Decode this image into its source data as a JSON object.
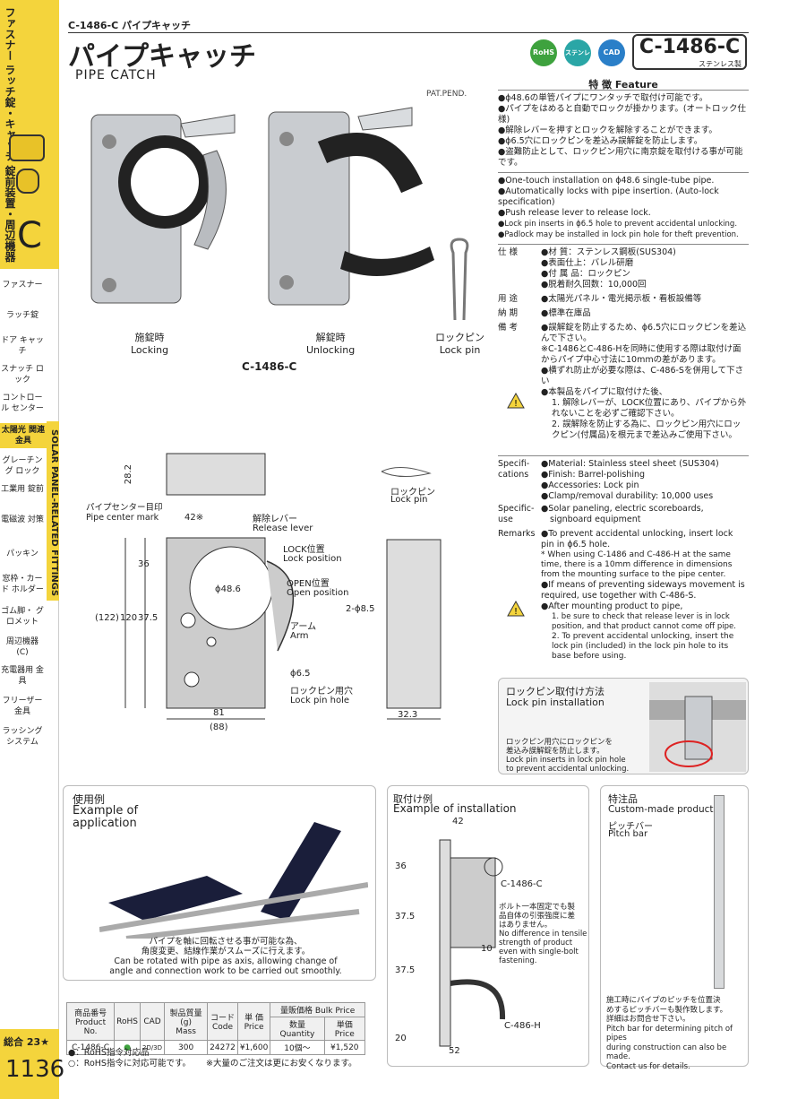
{
  "sidebar": {
    "category": "ファスナー ラッチ錠・キャッチ 錠前装置・周辺機器",
    "letter": "C",
    "items": [
      "ファスナー",
      "ラッチ錠",
      "ドア キャッチ",
      "スナッチ ロック",
      "コントロール センター",
      "太陽光 関連金具",
      "グレーチング ロック",
      "工業用 錠前",
      "電磁波 対策",
      "パッキン",
      "窓枠・カード ホルダー",
      "ゴム脚・ グロメット",
      "周辺機器 (C)",
      "充電器用 金具",
      "フリーザー 金具",
      "ラッシング システム"
    ],
    "vertical": "SOLAR PANEL-RELATED FITTINGS",
    "total": "総合 23★",
    "page": "1136"
  },
  "header": {
    "breadcrumb": "C-1486-C パイプキャッチ",
    "title_jp": "パイプキャッチ",
    "title_en": "PIPE CATCH",
    "model": "C-1486-C",
    "model_sub": "ステンレス製",
    "badges": [
      "RoHS",
      "ステンレス",
      "CAD"
    ],
    "patent": "PAT.PEND."
  },
  "photos": {
    "locking_jp": "施錠時",
    "locking_en": "Locking",
    "unlocking_jp": "解錠時",
    "unlocking_en": "Unlocking",
    "pin_jp": "ロックピン",
    "pin_en": "Lock pin",
    "caption": "C-1486-C"
  },
  "feature": {
    "heading": "特 徴 Feature",
    "jp": [
      "●ϕ48.6の単管パイプにワンタッチで取付け可能です。",
      "●パイプをはめると自動でロックが掛かります。(オートロック仕様)",
      "●解除レバーを押すとロックを解除することができます。",
      "●ϕ6.5穴にロックピンを差込み誤解錠を防止します。",
      "●盗難防止として、ロックピン用穴に南京錠を取付ける事が可能です。"
    ],
    "en": [
      "●One-touch installation on ϕ48.6 single-tube pipe.",
      "●Automatically locks with pipe insertion. (Auto-lock specification)",
      "●Push release lever to release lock.",
      "●Lock pin inserts in ϕ6.5 hole to prevent accidental unlocking.",
      "●Padlock may be installed in lock pin hole for theft prevention."
    ]
  },
  "spec_jp": {
    "label_spec": "仕 様",
    "spec": [
      "●材 質：ステンレス鋼板(SUS304)",
      "●表面仕上：バレル研磨",
      "●付 属 品：ロックピン",
      "●脱着耐久回数：10,000回"
    ],
    "label_use": "用 途",
    "use": "●太陽光パネル・電光掲示板・看板設備等",
    "label_delivery": "納 期",
    "delivery": "●標準在庫品",
    "label_remarks": "備 考",
    "remarks": [
      "●誤解錠を防止するため、ϕ6.5穴にロックピンを差込んで下さい。",
      "※C-1486とC-486-Hを同時に使用する際は取付け面からパイプ中心寸法に10mmの差があります。",
      "●横ずれ防止が必要な際は、C-486-Sを併用して下さい",
      "●本製品をパイプに取付けた後、",
      "1. 解除レバーが、LOCK位置にあり、パイプから外れないことを必ずご確認下さい。",
      "2. 誤解除を防止する為に、ロックピン用穴にロックピン(付属品)を根元まで差込みご使用下さい。"
    ]
  },
  "spec_en": {
    "label_spec": "Specifi- cations",
    "spec": [
      "●Material: Stainless steel sheet (SUS304)",
      "●Finish: Barrel-polishing",
      "●Accessories: Lock pin",
      "●Clamp/removal durability: 10,000 uses"
    ],
    "label_use": "Specific- use",
    "use": [
      "●Solar paneling, electric scoreboards,",
      "signboard equipment"
    ],
    "label_remarks": "Remarks",
    "remarks": [
      "●To prevent accidental unlocking, insert lock pin in ϕ6.5 hole.",
      "* When using C-1486 and C-486-H at the same time, there is a 10mm difference in dimensions from the mounting surface to the pipe center.",
      "●If means of preventing sideways movement is required, use together with C-486-S.",
      "●After mounting product to pipe,",
      "1. be sure to check that release lever is in lock position, and that product cannot come off pipe.",
      "2. To prevent accidental unlocking, insert the lock pin (included) in the lock pin hole to its base before using."
    ]
  },
  "drawing": {
    "d28": "28.2",
    "pipe_center_jp": "パイプセンター目印",
    "pipe_center_en": "Pipe center mark",
    "d42": "42※",
    "release_jp": "解除レバー",
    "release_en": "Release lever",
    "lock_jp": "LOCK位置",
    "lock_en": "Lock position",
    "open_jp": "OPEN位置",
    "open_en": "Open position",
    "arm_jp": "アーム",
    "arm_en": "Arm",
    "phi65": "ϕ6.5",
    "pinhole_jp": "ロックピン用穴",
    "pinhole_en": "Lock pin hole",
    "d36": "36",
    "d375": "37.5",
    "d120": "120",
    "d122": "(122)",
    "d486": "ϕ48.6",
    "d81": "81",
    "d88": "(88)",
    "d85": "2-ϕ8.5",
    "d323": "32.3",
    "pin_jp": "ロックピン",
    "pin_en": "Lock pin"
  },
  "pininstall": {
    "title_jp": "ロックピン取付け方法",
    "title_en": "Lock pin installation",
    "text": [
      "ロックピン用穴にロックピンを",
      "差込み誤解錠を防止します。",
      "Lock pin inserts in lock pin hole",
      "to prevent accidental unlocking."
    ]
  },
  "example": {
    "title_jp": "使用例",
    "title_en1": "Example of",
    "title_en2": "application",
    "text": [
      "パイプを軸に回転させる事が可能な為、",
      "角度変更、結線作業がスムーズに行えます。",
      "Can be rotated with pipe as axis, allowing change of",
      "angle and connection work to be carried out smoothly."
    ]
  },
  "install": {
    "title_jp": "取付け例",
    "title_en": "Example of installation",
    "d42": "42",
    "d36": "36",
    "d375a": "37.5",
    "d375b": "37.5",
    "d20": "20",
    "d52": "52",
    "d10": "10",
    "c1486": "C-1486-C",
    "c486": "C-486-H",
    "note": [
      "ボルト一本固定でも製",
      "品自体の引張強度に差",
      "はありません。",
      "No difference in tensile",
      "strength of product",
      "even with single-bolt",
      "fastening."
    ]
  },
  "custom": {
    "title_jp": "特注品",
    "title_en": "Custom-made product",
    "sub_jp": "ピッチバー",
    "sub_en": "Pitch bar",
    "text": [
      "施工時にパイプのピッチを位置決",
      "めするピッチバーも製作致します。",
      "詳細はお問合せ下さい。",
      "Pitch bar for determining pitch of pipes",
      "during construction can also be made.",
      "Contact us for details."
    ]
  },
  "table": {
    "h1a": "商品番号",
    "h1b": "Product No.",
    "h2": "RoHS",
    "h3": "CAD",
    "h4a": "製品質量(g)",
    "h4b": "Mass",
    "h5a": "コード",
    "h5b": "Code",
    "h6a": "単 価",
    "h6b": "Price",
    "h7": "量販価格 Bulk Price",
    "h7a": "数量 Quantity",
    "h7b": "単価 Price",
    "row": {
      "no": "C-1486-C",
      "rohs": "●",
      "cad": "2D/3D",
      "mass": "300",
      "code": "24272",
      "price": "¥1,600",
      "qty": "10個～",
      "bulk": "¥1,520"
    },
    "note1": "●：RoHS指令対応品",
    "note2": "○：RoHS指令に対応可能です。",
    "note3": "※大量のご注文は更にお安くなります。"
  },
  "colors": {
    "accent": "#f4d43c",
    "green": "#3ea23e",
    "teal": "#2aa6a6",
    "blue": "#2a7fc8"
  }
}
